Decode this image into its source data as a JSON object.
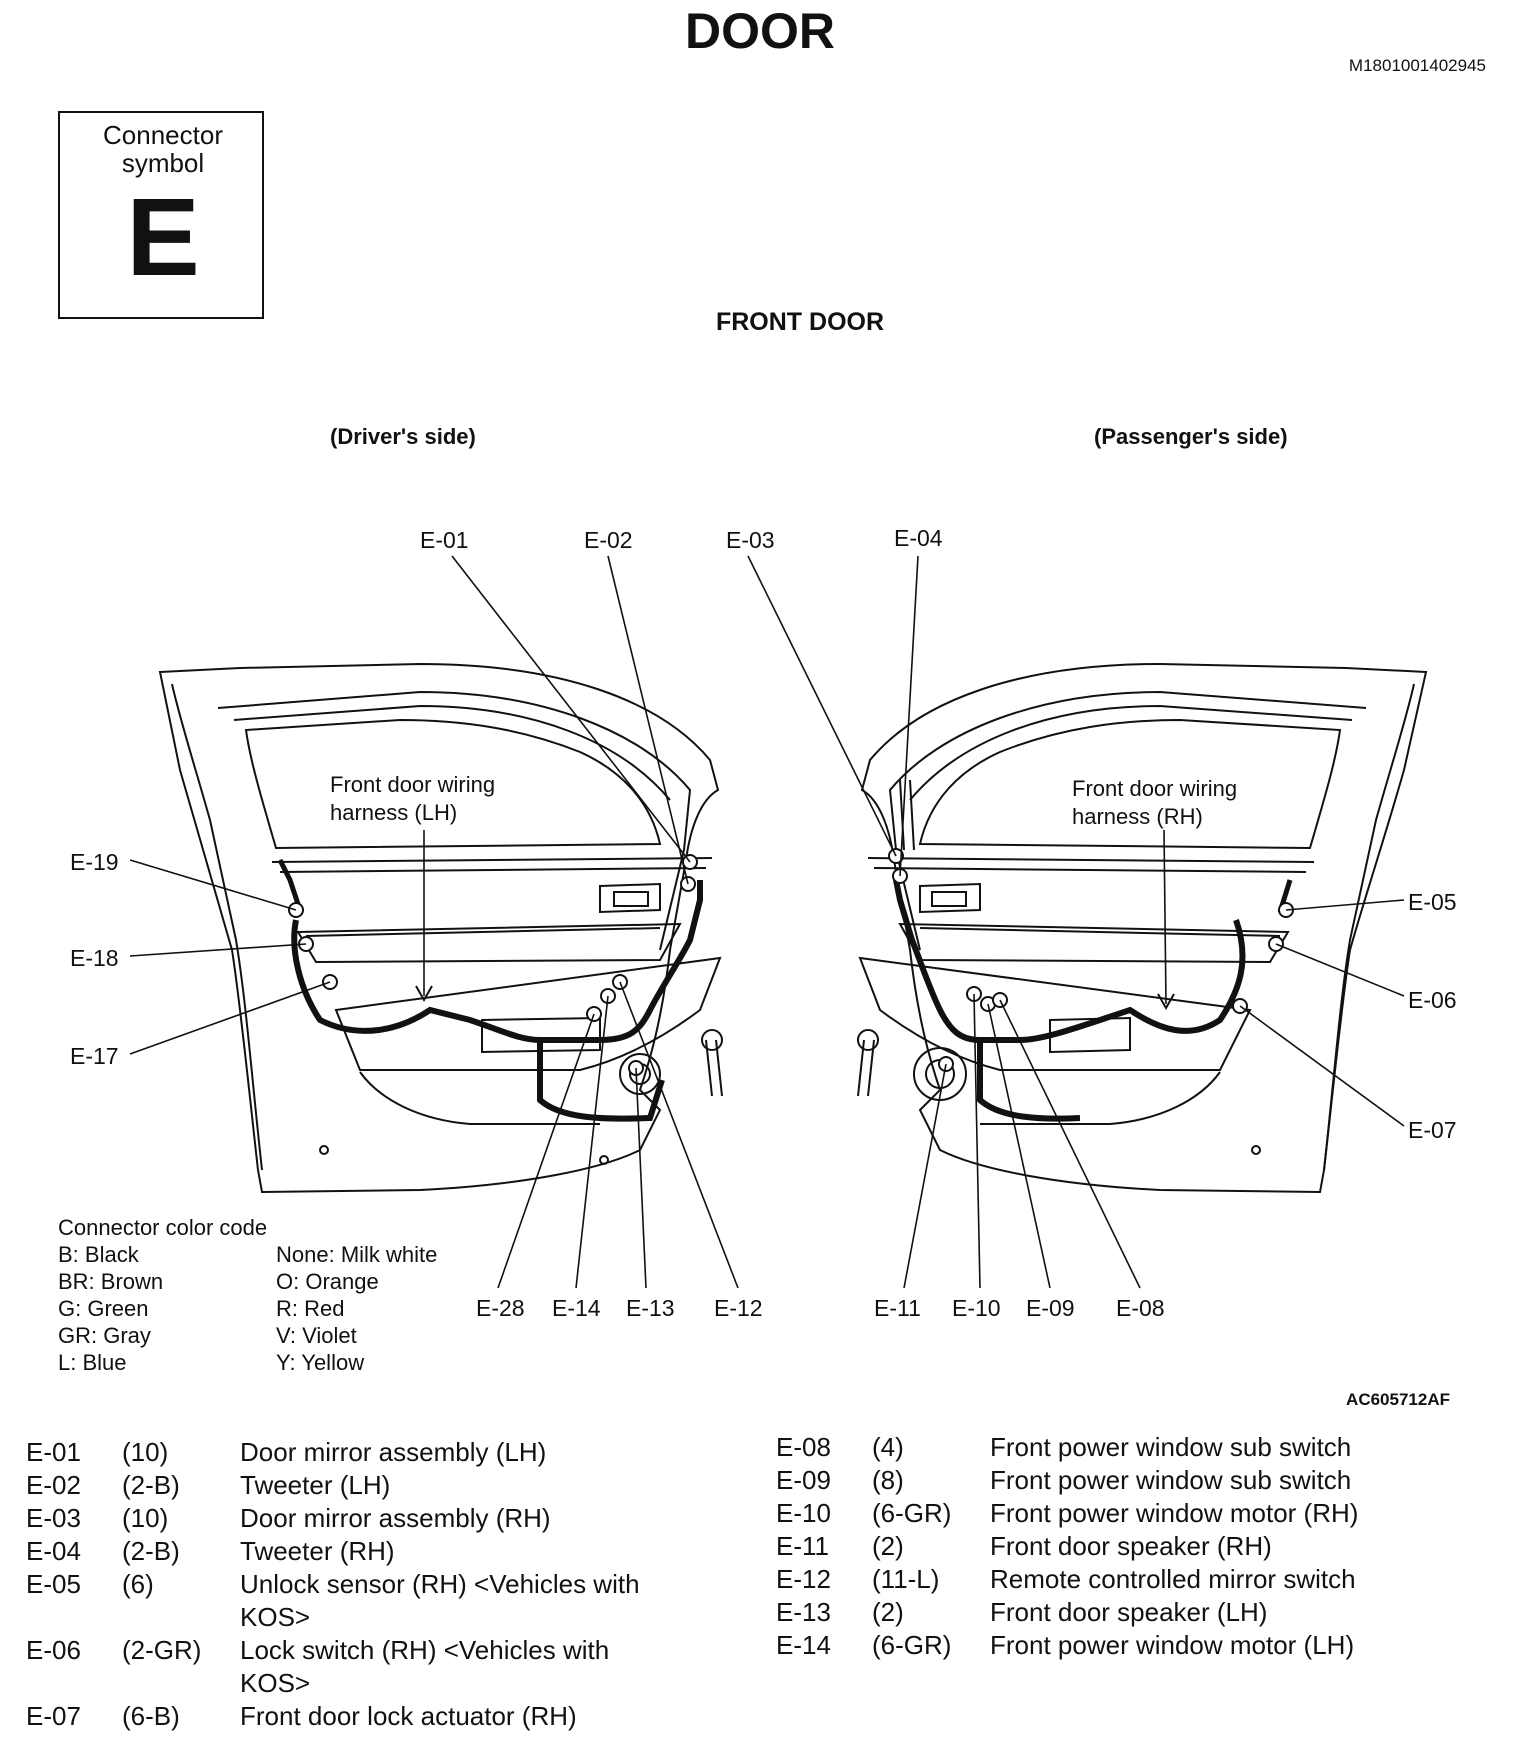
{
  "header": {
    "title": "DOOR",
    "doc_id": "M1801001402945",
    "connector_symbol_label": "Connector symbol",
    "connector_symbol_letter": "E",
    "subtitle": "FRONT DOOR",
    "driver_side": "(Driver's side)",
    "passenger_side": "(Passenger's side)",
    "figure_id": "AC605712AF"
  },
  "diagram": {
    "harness_lh_line1": "Front door wiring",
    "harness_lh_line2": "harness (LH)",
    "harness_rh_line1": "Front door wiring",
    "harness_rh_line2": "harness (RH)",
    "callouts": {
      "e01": "E-01",
      "e02": "E-02",
      "e03": "E-03",
      "e04": "E-04",
      "e05": "E-05",
      "e06": "E-06",
      "e07": "E-07",
      "e08": "E-08",
      "e09": "E-09",
      "e10": "E-10",
      "e11": "E-11",
      "e12": "E-12",
      "e13": "E-13",
      "e14": "E-14",
      "e17": "E-17",
      "e18": "E-18",
      "e19": "E-19",
      "e28": "E-28"
    }
  },
  "color_code": {
    "title": "Connector color code",
    "left": [
      "B: Black",
      "BR: Brown",
      "G: Green",
      "GR: Gray",
      "L: Blue"
    ],
    "right": [
      "None: Milk white",
      "O: Orange",
      "R: Red",
      "V: Violet",
      "Y: Yellow"
    ]
  },
  "connectors_left": [
    {
      "code": "E-01",
      "pins": "(10)",
      "desc": "Door mirror assembly (LH)"
    },
    {
      "code": "E-02",
      "pins": "(2-B)",
      "desc": "Tweeter (LH)"
    },
    {
      "code": "E-03",
      "pins": "(10)",
      "desc": "Door mirror assembly (RH)"
    },
    {
      "code": "E-04",
      "pins": "(2-B)",
      "desc": "Tweeter (RH)"
    },
    {
      "code": "E-05",
      "pins": "(6)",
      "desc": "Unlock sensor (RH) <Vehicles with KOS>"
    },
    {
      "code": "E-06",
      "pins": "(2-GR)",
      "desc": "Lock switch (RH) <Vehicles with KOS>"
    },
    {
      "code": "E-07",
      "pins": "(6-B)",
      "desc": "Front door lock actuator (RH)"
    }
  ],
  "connectors_right": [
    {
      "code": "E-08",
      "pins": "(4)",
      "desc": "Front power window sub switch"
    },
    {
      "code": "E-09",
      "pins": "(8)",
      "desc": "Front power window sub switch"
    },
    {
      "code": "E-10",
      "pins": "(6-GR)",
      "desc": "Front power window motor (RH)"
    },
    {
      "code": "E-11",
      "pins": "(2)",
      "desc": "Front door speaker (RH)"
    },
    {
      "code": "E-12",
      "pins": "(11-L)",
      "desc": "Remote controlled mirror switch"
    },
    {
      "code": "E-13",
      "pins": "(2)",
      "desc": "Front door speaker (LH)"
    },
    {
      "code": "E-14",
      "pins": "(6-GR)",
      "desc": "Front power window motor (LH)"
    }
  ]
}
